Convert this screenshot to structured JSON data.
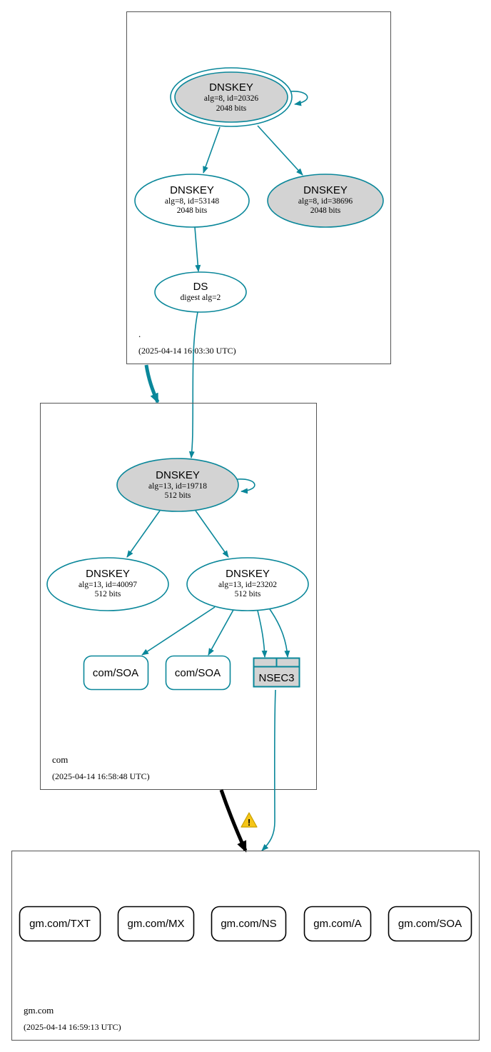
{
  "colors": {
    "edge": "#0a879a",
    "node_fill_gray": "#d3d3d3",
    "delegation_black": "#000000",
    "warning_yellow": "#f5c518",
    "zone_border": "#555555"
  },
  "zones": {
    "root": {
      "name": ".",
      "timestamp": "(2025-04-14 16:03:30 UTC)",
      "nodes": {
        "ksk": {
          "type": "DNSKEY",
          "line1": "alg=8, id=20326",
          "line2": "2048 bits"
        },
        "zsk": {
          "type": "DNSKEY",
          "line1": "alg=8, id=53148",
          "line2": "2048 bits"
        },
        "key2": {
          "type": "DNSKEY",
          "line1": "alg=8, id=38696",
          "line2": "2048 bits"
        },
        "ds": {
          "type": "DS",
          "line1": "digest alg=2"
        }
      }
    },
    "com": {
      "name": "com",
      "timestamp": "(2025-04-14 16:58:48 UTC)",
      "nodes": {
        "ksk": {
          "type": "DNSKEY",
          "line1": "alg=13, id=19718",
          "line2": "512 bits"
        },
        "zsk1": {
          "type": "DNSKEY",
          "line1": "alg=13, id=40097",
          "line2": "512 bits"
        },
        "zsk2": {
          "type": "DNSKEY",
          "line1": "alg=13, id=23202",
          "line2": "512 bits"
        },
        "soa1": {
          "label": "com/SOA"
        },
        "soa2": {
          "label": "com/SOA"
        },
        "nsec3": {
          "label": "NSEC3"
        }
      }
    },
    "gm": {
      "name": "gm.com",
      "timestamp": "(2025-04-14 16:59:13 UTC)",
      "records": [
        "gm.com/TXT",
        "gm.com/MX",
        "gm.com/NS",
        "gm.com/A",
        "gm.com/SOA"
      ]
    }
  },
  "warning": {
    "icon": "warning-triangle-icon",
    "glyph": "!"
  }
}
